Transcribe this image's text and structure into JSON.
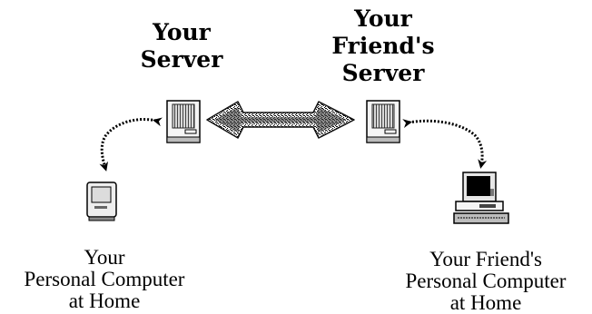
{
  "labels": {
    "your_server": [
      "Your",
      "Server"
    ],
    "friends_server": [
      "Your",
      "Friend's",
      "Server"
    ],
    "your_pc": [
      "Your",
      "Personal Computer",
      "at Home"
    ],
    "friends_pc": [
      "Your Friend's",
      "Personal Computer",
      "at Home"
    ]
  },
  "icons": {
    "your_server": "server-tower-icon",
    "friends_server": "server-tower-icon",
    "your_pc": "compact-mac-computer-icon",
    "friends_pc": "desktop-workstation-icon"
  },
  "colors": {
    "ink": "#000000",
    "background": "#ffffff"
  }
}
